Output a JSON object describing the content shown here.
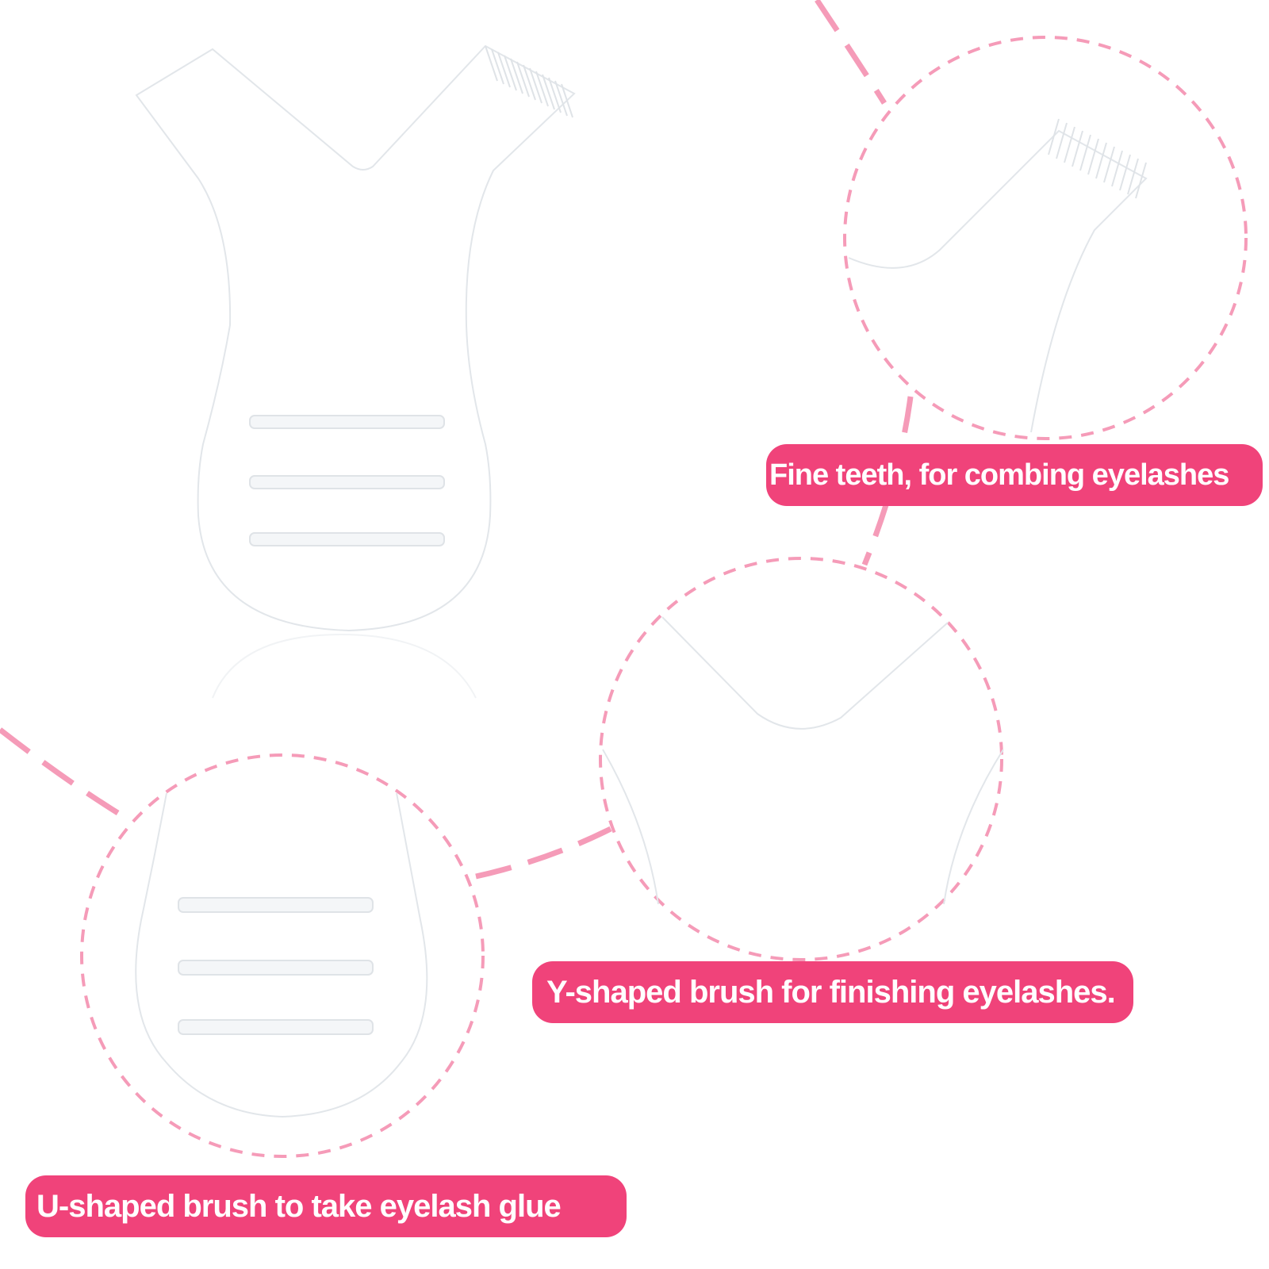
{
  "colors": {
    "accent_pink": "#f0437a",
    "dashed_pink": "#f59bb8",
    "background": "#ffffff",
    "tool_edge": "#e2e6ea",
    "slot": "#e4e8ec"
  },
  "labels": {
    "fine_teeth": "Fine teeth, for combing eyelashes",
    "y_shaped": "Y-shaped brush for finishing eyelashes.",
    "u_shaped": "U-shaped brush to take eyelash glue"
  }
}
